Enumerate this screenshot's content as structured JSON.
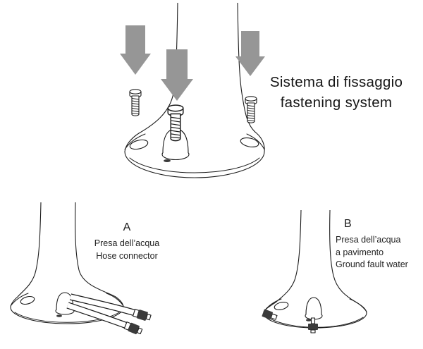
{
  "fastening": {
    "title_it": "Sistema di fissaggio",
    "title_en": "fastening system"
  },
  "detail_a": {
    "label": "A",
    "line1": "Presa dell’acqua",
    "line2": "Hose connector"
  },
  "detail_b": {
    "label": "B",
    "line1": "Presa dell’acqua",
    "line2": "a pavimento",
    "line3": "Ground fault water"
  },
  "colors": {
    "arrow_gray": "#969696",
    "line_dark": "#1b1b1b",
    "fitting_dark": "#3b3b3b",
    "background": "#ffffff"
  }
}
